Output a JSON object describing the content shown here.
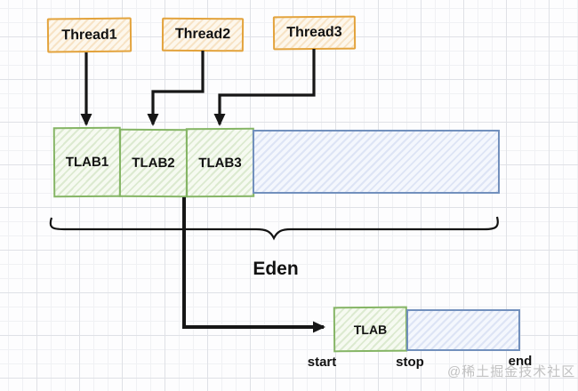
{
  "threads": [
    {
      "label": "Thread1"
    },
    {
      "label": "Thread2"
    },
    {
      "label": "Thread3"
    }
  ],
  "eden": {
    "tlabs": [
      {
        "label": "TLAB1"
      },
      {
        "label": "TLAB2"
      },
      {
        "label": "TLAB3"
      }
    ],
    "label": "Eden"
  },
  "tlab_detail": {
    "label": "TLAB",
    "start_label": "start",
    "stop_label": "stop",
    "end_label": "end"
  },
  "watermark": "@稀土掘金技术社区",
  "colors": {
    "thread_border": "#e3a33c",
    "tlab_border": "#85b565",
    "eden_free_border": "#7290bd",
    "arrow": "#161616"
  }
}
